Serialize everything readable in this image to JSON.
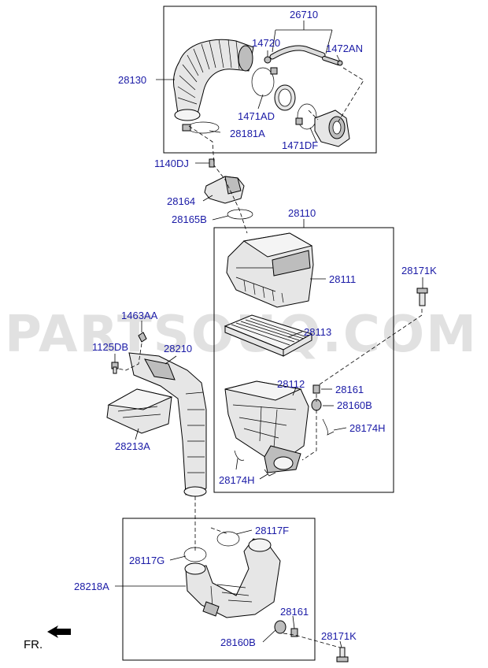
{
  "watermark": "PARTSOUQ.COM",
  "orientation_label": "FR.",
  "callouts": {
    "c26710": "26710",
    "c14720": "14720",
    "c1472AN": "1472AN",
    "c28130": "28130",
    "c1471AD": "1471AD",
    "c28181A": "28181A",
    "c1471DF": "1471DF",
    "c1140DJ": "1140DJ",
    "c28164": "28164",
    "c28165B": "28165B",
    "c28110": "28110",
    "c28111": "28111",
    "c28171K_top": "28171K",
    "c1463AA": "1463AA",
    "c28113": "28113",
    "c1125DB": "1125DB",
    "c28210": "28210",
    "c28112": "28112",
    "c28161_top": "28161",
    "c28160B_top": "28160B",
    "c28174H_right": "28174H",
    "c28213A": "28213A",
    "c28174H_left": "28174H",
    "c28117F": "28117F",
    "c28117G": "28117G",
    "c28218A": "28218A",
    "c28161_bottom": "28161",
    "c28171K_bottom": "28171K",
    "c28160B_bottom": "28160B"
  },
  "colors": {
    "callout_text": "#1a1aa6",
    "line": "#000000",
    "watermark": "#c9c9c9"
  }
}
